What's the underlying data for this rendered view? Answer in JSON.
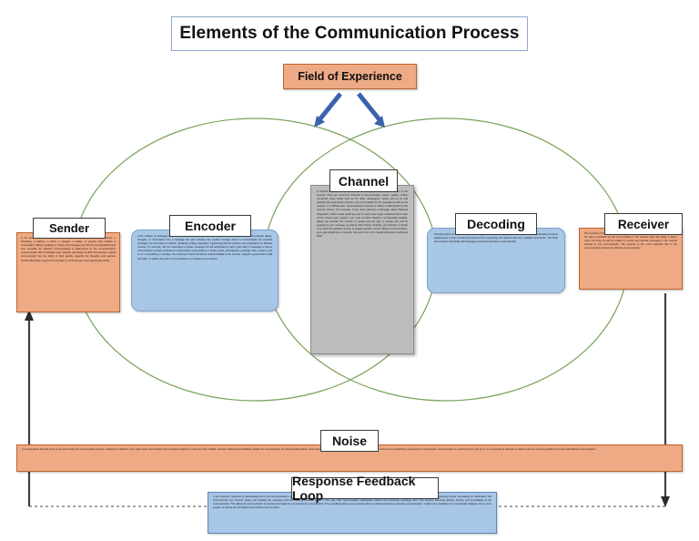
{
  "page": {
    "title": "Elements of the Communication Process"
  },
  "field_of_experience": {
    "label": "Field of Experience"
  },
  "elements": {
    "sender": {
      "label": "Sender",
      "text": "is the person who starts the conversation. He could be an editor, a reporter, a filmmaker, a teacher, a writer, a speaker, a leader, or anyone who initiates a conversation. Before speaking or writing, the message must first be conceptualized and then encoded. An effective communication is determined by the communicator's communication skill, knowledge level, attitude, and desire to affect his receiver. A good communicator has the ability to think quickly, organize his thoughts, and express himself effectively. A good communicator is someone who uses appropriate words."
    },
    "encoder": {
      "label": "Encoder",
      "text": "is the creation of messages in the communicator's mind, in which the communicator not only translates his purpose (ideas, thoughts, or information) into a message but also chooses the medium through which to communicate his intended message. He must select a medium (speaking, writing, signaling, or gesturing) that the receiver can understand. An illiterate receiver, for example, will not understand a written message but will understand it well if told orally. A message is what a communicator actually produces for transmission using spoken or written words, photographs, paintings, films, posters, and so on. Formulating a message, the meaning of which should be understandable to the receiver, requires a great deal of skill and effort. In reality, the goal of communication is to influence the receiver."
    },
    "channel": {
      "label": "Channel",
      "text": "A channel is the vehicle that carries a message from the communicator to the receiver. There are numerous channels of communication: written, spoken, verbal, nonverbal, mass media such as TV, radio, newspapers, books, and so on and selecting the appropriate channel, one most suitable for the message as well as the receiver, is a difficult task. Communication success or failure is determined by the channel chosen. For example, if you were planning a campaign about 'National Integration,' which media would you use to reach your target audience? Even after you've chosen your medium, you must consider whether it is financially feasible, taking into account the number of people and the type of people who will be exposed to your message, as well as other factors. Actually, your intention or desire is to reach the greatest number of people possible, but for efficient communication, your goal should be to minimize time and cost in the overall information exchange effort."
    },
    "decoding": {
      "label": "Decoding",
      "text": "Decoding refers to the process of converting print into speech by quickly matching a letter or combination of letters (graphemes) to their sounds (phonemes) and recognizing the patterns that form syllables and words. The brain has a section that deals with language processing and does it automatically."
    },
    "receiver": {
      "label": "Receiver",
      "text": "The recipient of the message is at the other end of the communication and must have the same orientation as the communicator. If the receiver lacks the ability to listen, read, and think, he will be unable to receive and decode messages in the manner desired by the communicator. The receiver is the most important link in the communication process for effective communication."
    },
    "noise": {
      "label": "Noise",
      "text": "is an interruption that can occur at any point during the communication process, rendering it ineffective. One major cause that interferes with message reception is noise from the roadside, constant chattering of individuals outside the communication act, blaring loudspeakers, faulty transmission, and so on. Noise can also occur in other forms, such as poor handwriting, heavy accent or soft speech, communication in a poorly lit room, and so on. It is necessary to eliminate or reduce noise as much as possible for smooth and effective communication."
    },
    "feedback": {
      "label": "Response Feedback Loop",
      "text": "is the receiver's response or acknowledgment to the communicator's message. Unless the receiver responds in the exchange possible. Even through listening quietly, raising an eyebrow, making a face, organizing a point, and asking for clarification, the communicator and receiver shape and reshape the message until the meaning becomes clear. In this way, both communication participants interact and constantly exchange roles. The receiver responds actively, directly, and immediately to the communication. This allows the communicator to improve and make his communication more effective. Thus, feedback allows you to assess what is understood about a particular communication. It aids in the regulation of a conversation between two or more people, as well as the stimulation and reinforcement of action."
    }
  },
  "diagram": {
    "venn_stroke_color": "#79a35b",
    "arrow_blue_color": "#3b62ad",
    "arrow_dark_color": "#404040",
    "orange_fill": "#eeaa85",
    "blue_fill": "#a8c6e6",
    "grey_fill": "#bcbcbc"
  }
}
